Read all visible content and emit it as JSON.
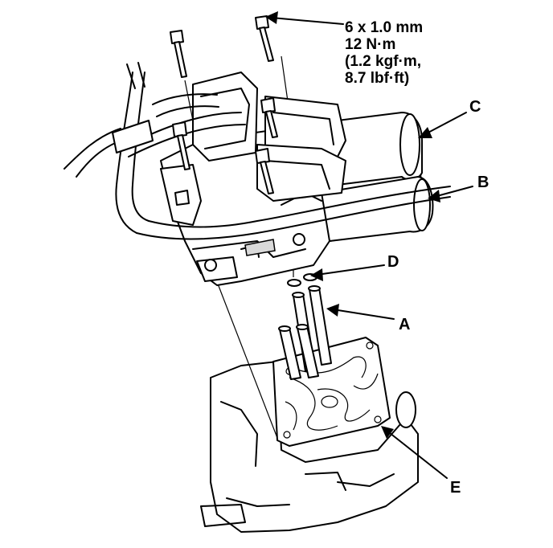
{
  "spec": {
    "line1": "6 x 1.0 mm",
    "line2": "12 N·m",
    "line3": "(1.2 kgf·m,",
    "line4": "8.7 lbf·ft)"
  },
  "callouts": {
    "a": "A",
    "b": "B",
    "c": "C",
    "d": "D",
    "e": "E"
  }
}
